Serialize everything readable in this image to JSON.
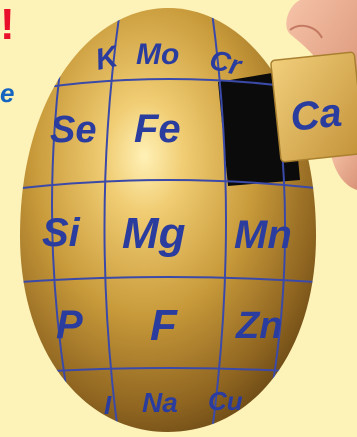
{
  "corner_marks": {
    "red": "!",
    "blue": "e"
  },
  "elements": {
    "K": "K",
    "Mo": "Mo",
    "Cr": "Cr",
    "Se": "Se",
    "Fe": "Fe",
    "Si": "Si",
    "Mg": "Mg",
    "Mn": "Mn",
    "P": "P",
    "F": "F",
    "Zn": "Zn",
    "I": "I",
    "Na": "Na",
    "Cu": "Cu"
  },
  "tile": {
    "label": "Ca"
  },
  "colors": {
    "background": "#fdf2b8",
    "egg_gold": "#c89a3a",
    "grid_blue": "#3b4aa8",
    "text_blue": "#2a3c9e",
    "red": "#e8102a"
  }
}
